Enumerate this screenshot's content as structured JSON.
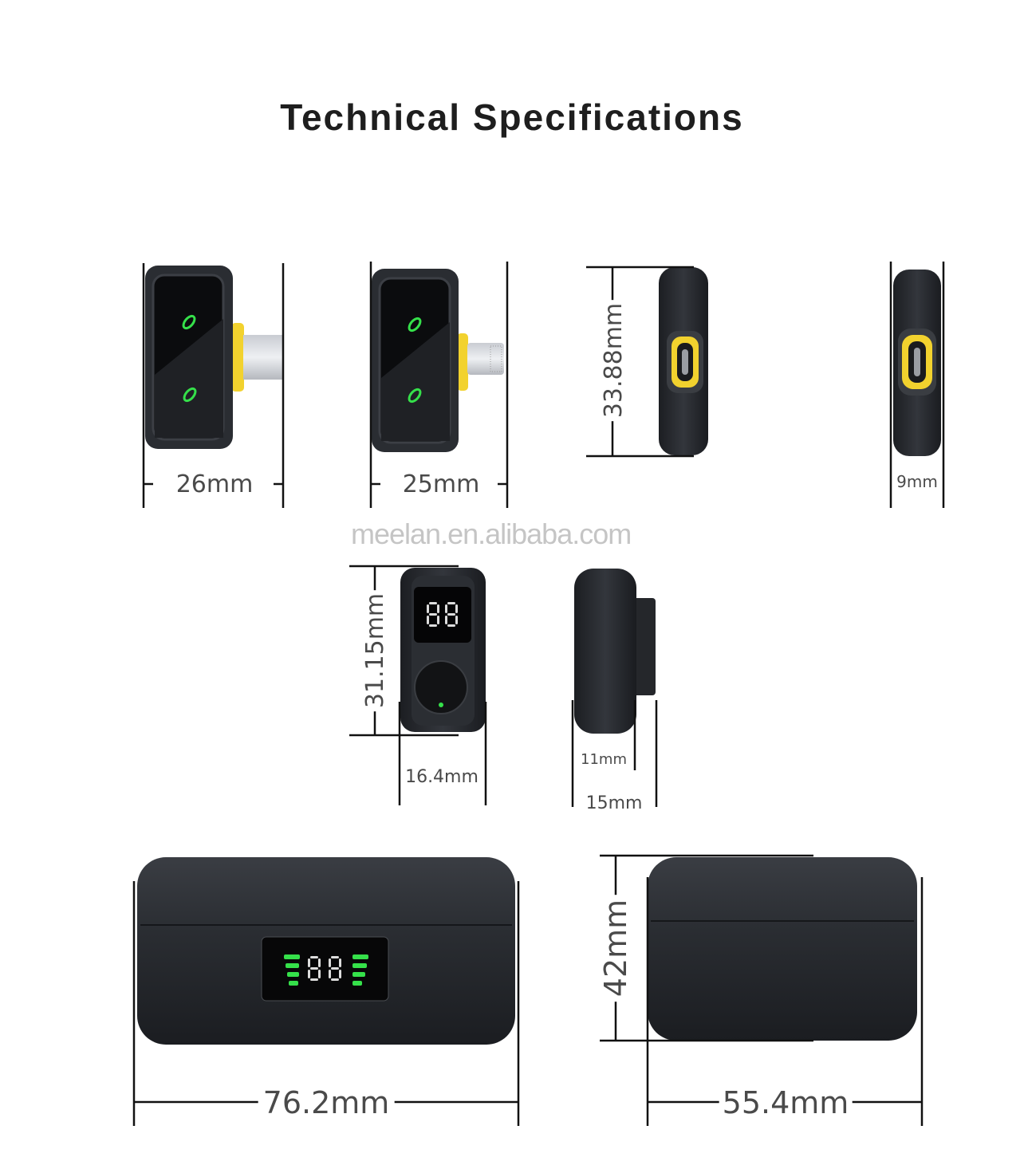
{
  "title": "Technical Specifications",
  "watermark": "meelan.en.alibaba.com",
  "dimensions": {
    "transmitter_typec_width": "26mm",
    "transmitter_lightning_width": "25mm",
    "transmitter_height": "33.88mm",
    "transmitter_thickness": "9mm",
    "receiver_height": "31.15mm",
    "receiver_width": "16.4mm",
    "receiver_body_depth": "11mm",
    "receiver_total_depth": "15mm",
    "case_width": "76.2mm",
    "case_height": "42mm",
    "case_depth": "55.4mm"
  },
  "colors": {
    "body": "#24272c",
    "accent_yellow": "#f2d22e",
    "led_green": "#35e04a"
  }
}
